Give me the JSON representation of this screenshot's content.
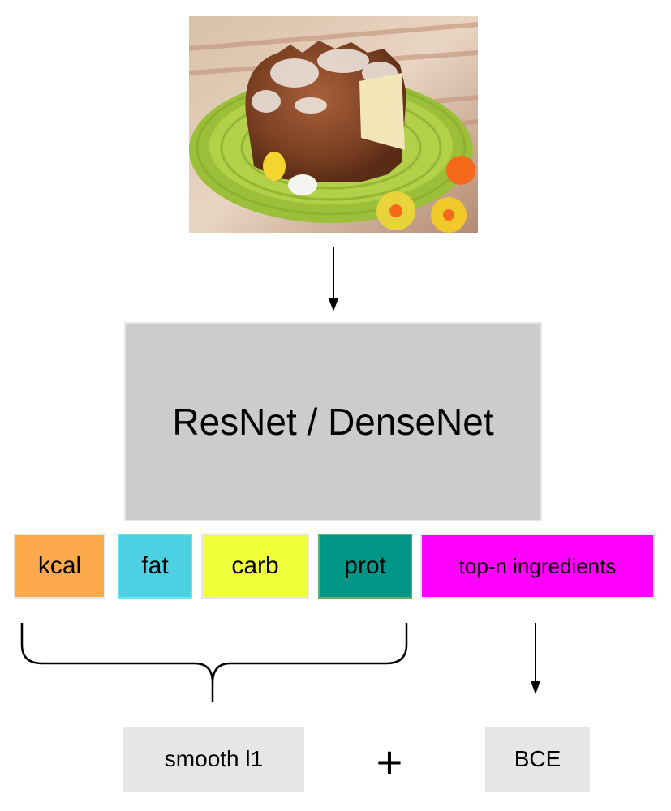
{
  "backbone": {
    "label": "ResNet / DenseNet"
  },
  "heads": [
    {
      "label": "kcal",
      "color": "#fba94a",
      "border": "#e6e6e6"
    },
    {
      "label": "fat",
      "color": "#4dd0e1",
      "border": "#66e8f0"
    },
    {
      "label": "carb",
      "color": "#f0ff3a",
      "border": "#e6e6e6"
    },
    {
      "label": "prot",
      "color": "#009688",
      "border": "#6aa86a"
    },
    {
      "label": "top-n ingredients",
      "color": "#ff00ff",
      "border": "#e6e6e6"
    }
  ],
  "losses": {
    "regression": "smooth l1",
    "operator": "+",
    "classification": "BCE"
  },
  "colors": {
    "backbone_fill": "#cccccc",
    "loss_fill": "#e6e6e6",
    "arrow": "#000000"
  }
}
